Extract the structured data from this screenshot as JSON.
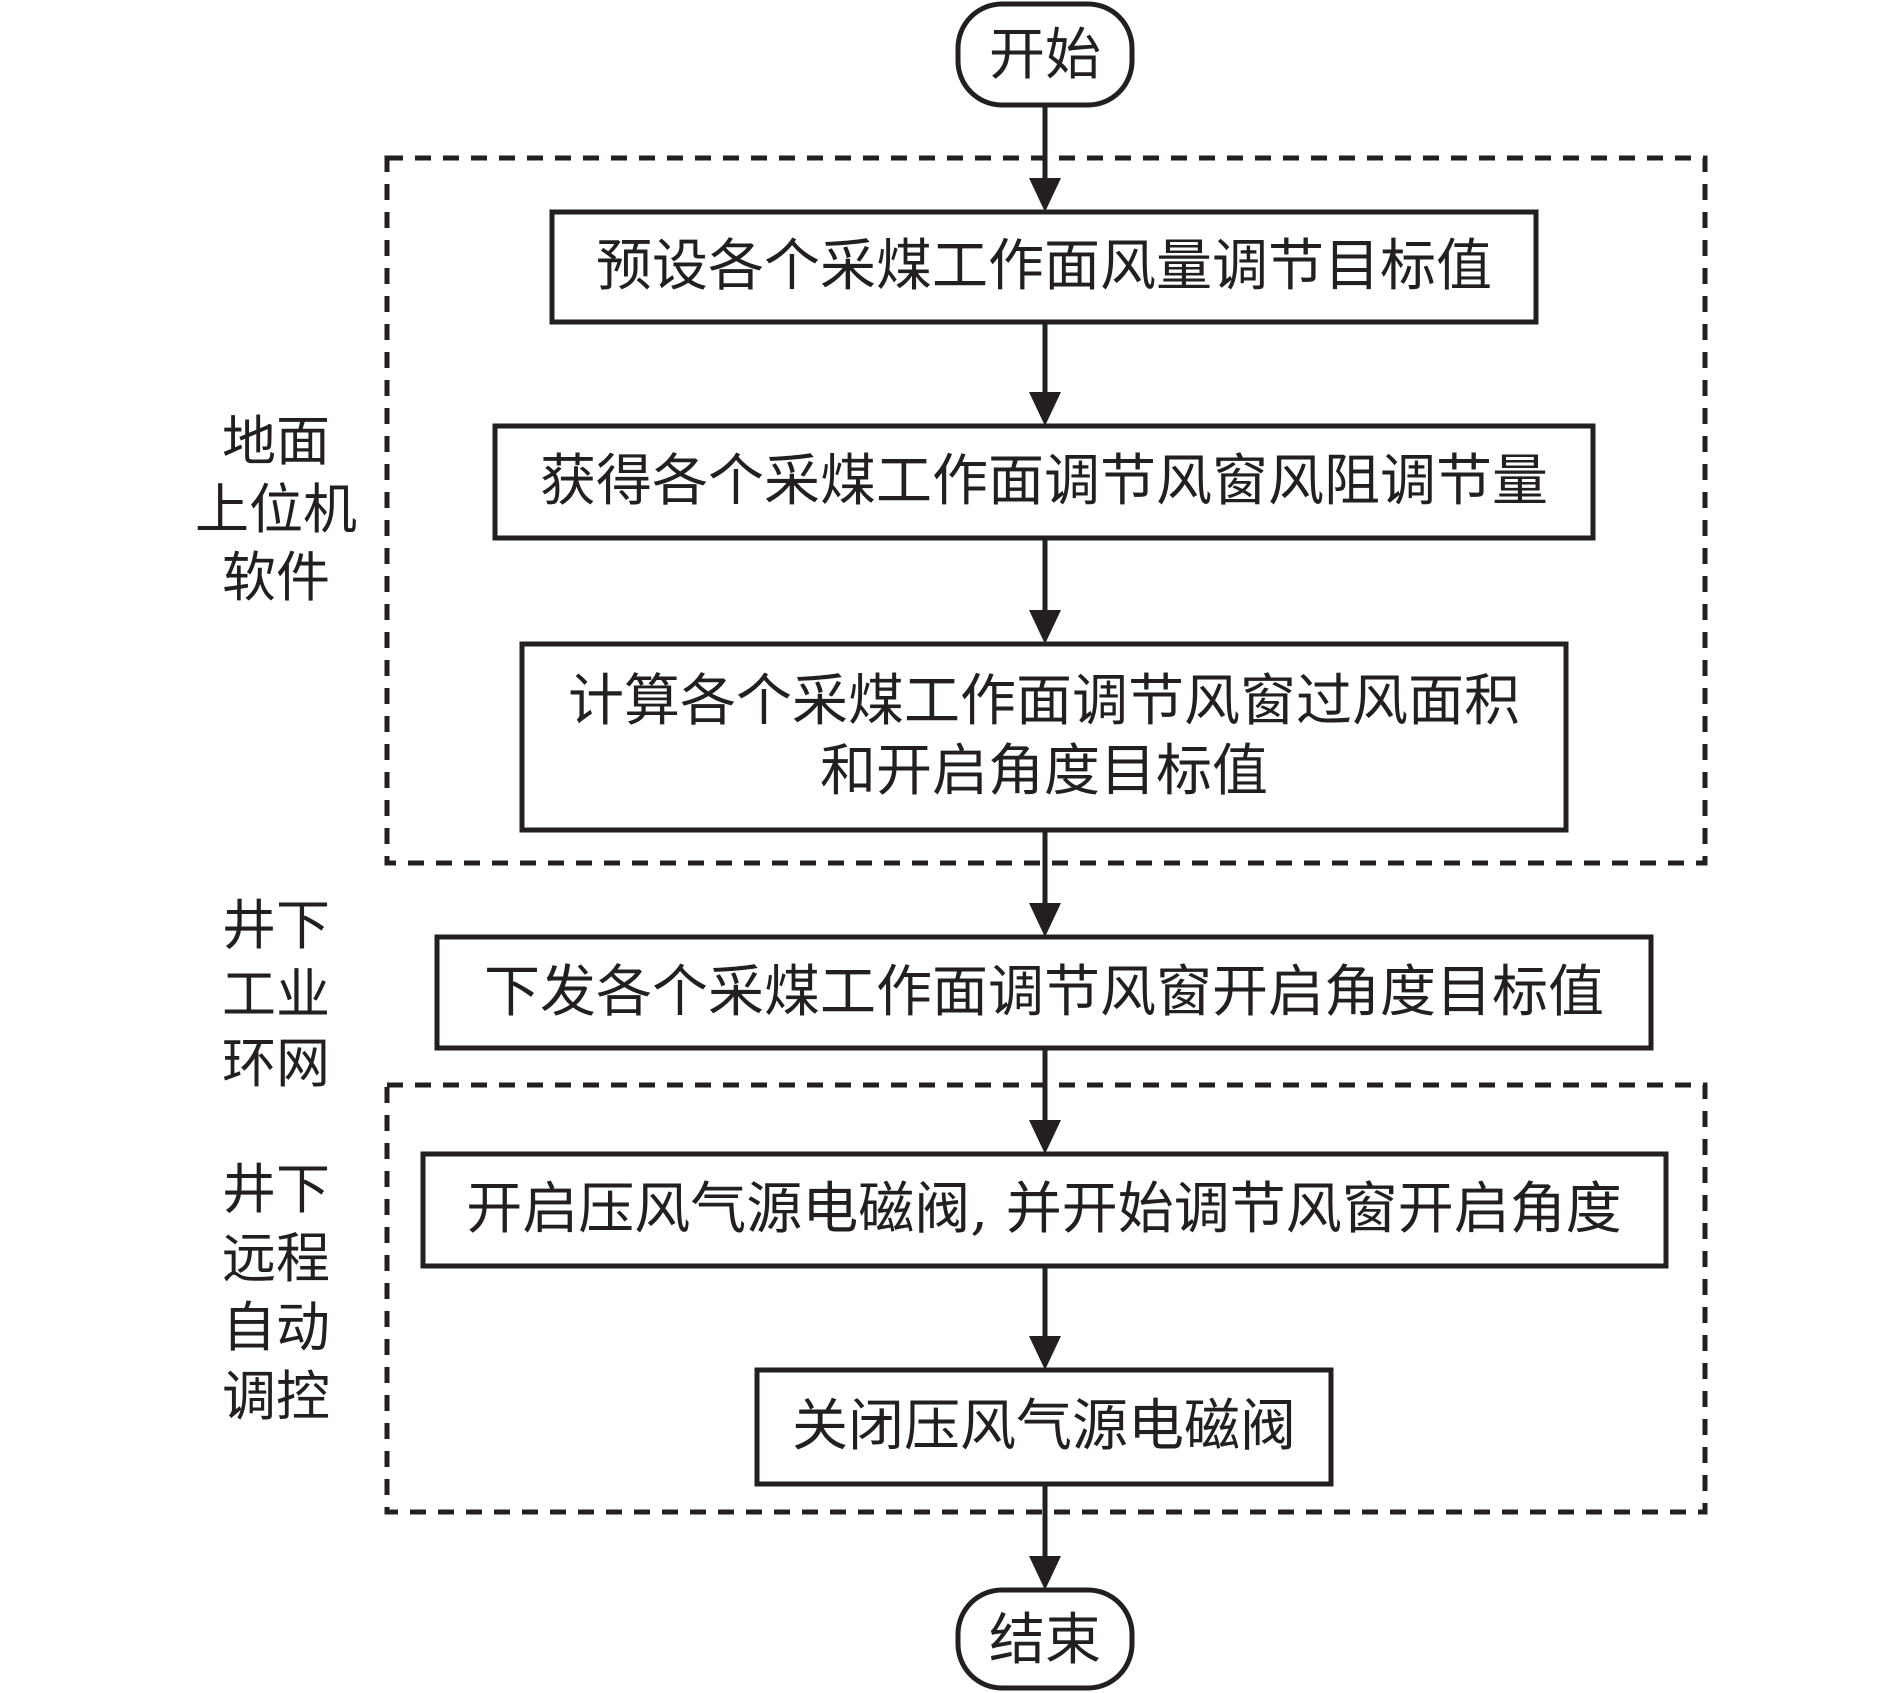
{
  "start": "开始",
  "end": "结束",
  "steps": {
    "preset_target": "预设各个采煤工作面风量调节目标值",
    "obtain_resistance": "获得各个采煤工作面调节风窗风阻调节量",
    "calc_line1": "计算各个采煤工作面调节风窗过风面积",
    "calc_line2": "和开启角度目标值",
    "send_target": "下发各个采煤工作面调节风窗开启角度目标值",
    "open_valve": "开启压风气源电磁阀, 并开始调节风窗开启角度",
    "close_valve": "关闭压风气源电磁阀"
  },
  "sections": {
    "surface_software": [
      "地面",
      "上位机",
      "软件"
    ],
    "underground_ring": [
      "井下",
      "工业",
      "环网"
    ],
    "underground_remote": [
      "井下",
      "远程",
      "自动",
      "调控"
    ]
  },
  "colors": {
    "line": "#231f20",
    "background": "#ffffff"
  }
}
